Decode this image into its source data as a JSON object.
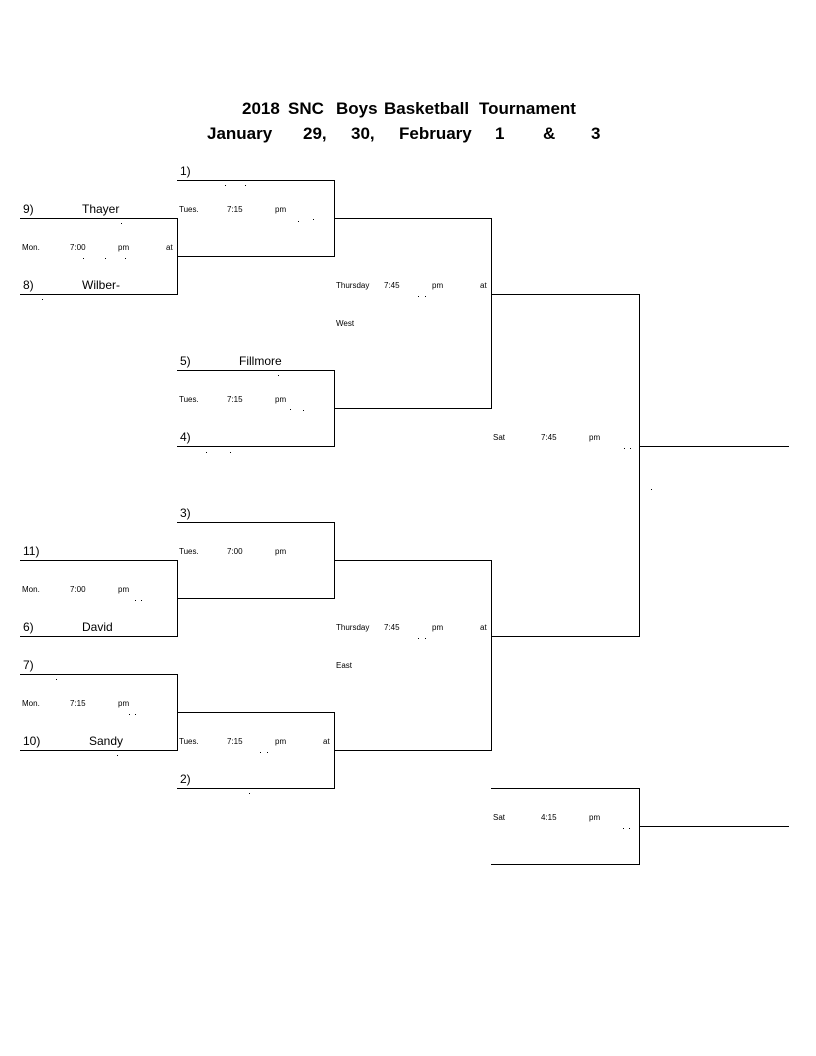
{
  "title": {
    "line1": [
      "2018",
      "SNC",
      "Boys",
      "Basketball",
      "Tournament"
    ],
    "line2": [
      "January",
      "29,",
      "30,",
      "February",
      "1",
      "&",
      "3"
    ]
  },
  "bracket": {
    "seeds": {
      "s1": "1)",
      "s2": "2)",
      "s3": "3)",
      "s4": "4)",
      "s5": "5)",
      "s6": "6)",
      "s7": "7)",
      "s8": "8)",
      "s9": "9)",
      "s10": "10)",
      "s11": "11)"
    },
    "teams": {
      "thayer": "Thayer",
      "wilber": "Wilber-",
      "fillmore": "Fillmore",
      "david": "David",
      "sandy": "Sandy"
    },
    "games": {
      "mon_a": {
        "day": "Mon.",
        "time": "7:00",
        "ampm": "pm",
        "at": "at"
      },
      "mon_b": {
        "day": "Mon.",
        "time": "7:00",
        "ampm": "pm"
      },
      "mon_c": {
        "day": "Mon.",
        "time": "7:15",
        "ampm": "pm"
      },
      "tue_1": {
        "day": "Tues.",
        "time": "7:15",
        "ampm": "pm"
      },
      "tue_2": {
        "day": "Tues.",
        "time": "7:15",
        "ampm": "pm"
      },
      "tue_3": {
        "day": "Tues.",
        "time": "7:00",
        "ampm": "pm"
      },
      "tue_4": {
        "day": "Tues.",
        "time": "7:15",
        "ampm": "pm",
        "at": "at"
      },
      "thu_w": {
        "day": "Thursday",
        "time": "7:45",
        "ampm": "pm",
        "at": "at",
        "site": "West"
      },
      "thu_e": {
        "day": "Thursday",
        "time": "7:45",
        "ampm": "pm",
        "at": "at",
        "site": "East"
      },
      "sat_1": {
        "day": "Sat",
        "time": "7:45",
        "ampm": "pm"
      },
      "sat_2": {
        "day": "Sat",
        "time": "4:15",
        "ampm": "pm"
      }
    }
  }
}
